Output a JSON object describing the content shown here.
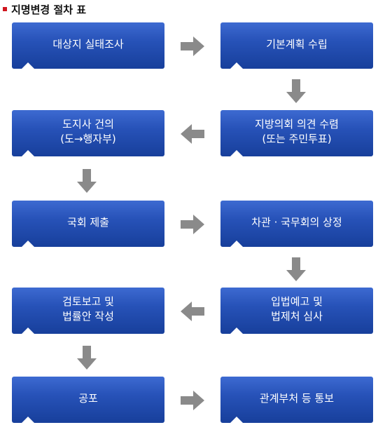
{
  "title": "지명변경 절차 표",
  "colors": {
    "box": "#2a56bb",
    "arrow": "#8a8a8a",
    "bullet": "#d0161f"
  },
  "steps": [
    {
      "lines": [
        "대상지 실태조사"
      ]
    },
    {
      "lines": [
        "기본계획 수립"
      ]
    },
    {
      "lines": [
        "지방의회 의견 수렴",
        "(또는 주민투표)"
      ]
    },
    {
      "lines": [
        "도지사 건의",
        "(도→행자부)"
      ]
    },
    {
      "lines": [
        "국회 제출"
      ]
    },
    {
      "lines": [
        "차관 · 국무회의 상정"
      ]
    },
    {
      "lines": [
        "입법예고 및",
        "법제처 심사"
      ]
    },
    {
      "lines": [
        "검토보고 및",
        "법률안 작성"
      ]
    },
    {
      "lines": [
        "공포"
      ]
    },
    {
      "lines": [
        "관계부처 등 통보"
      ]
    }
  ]
}
